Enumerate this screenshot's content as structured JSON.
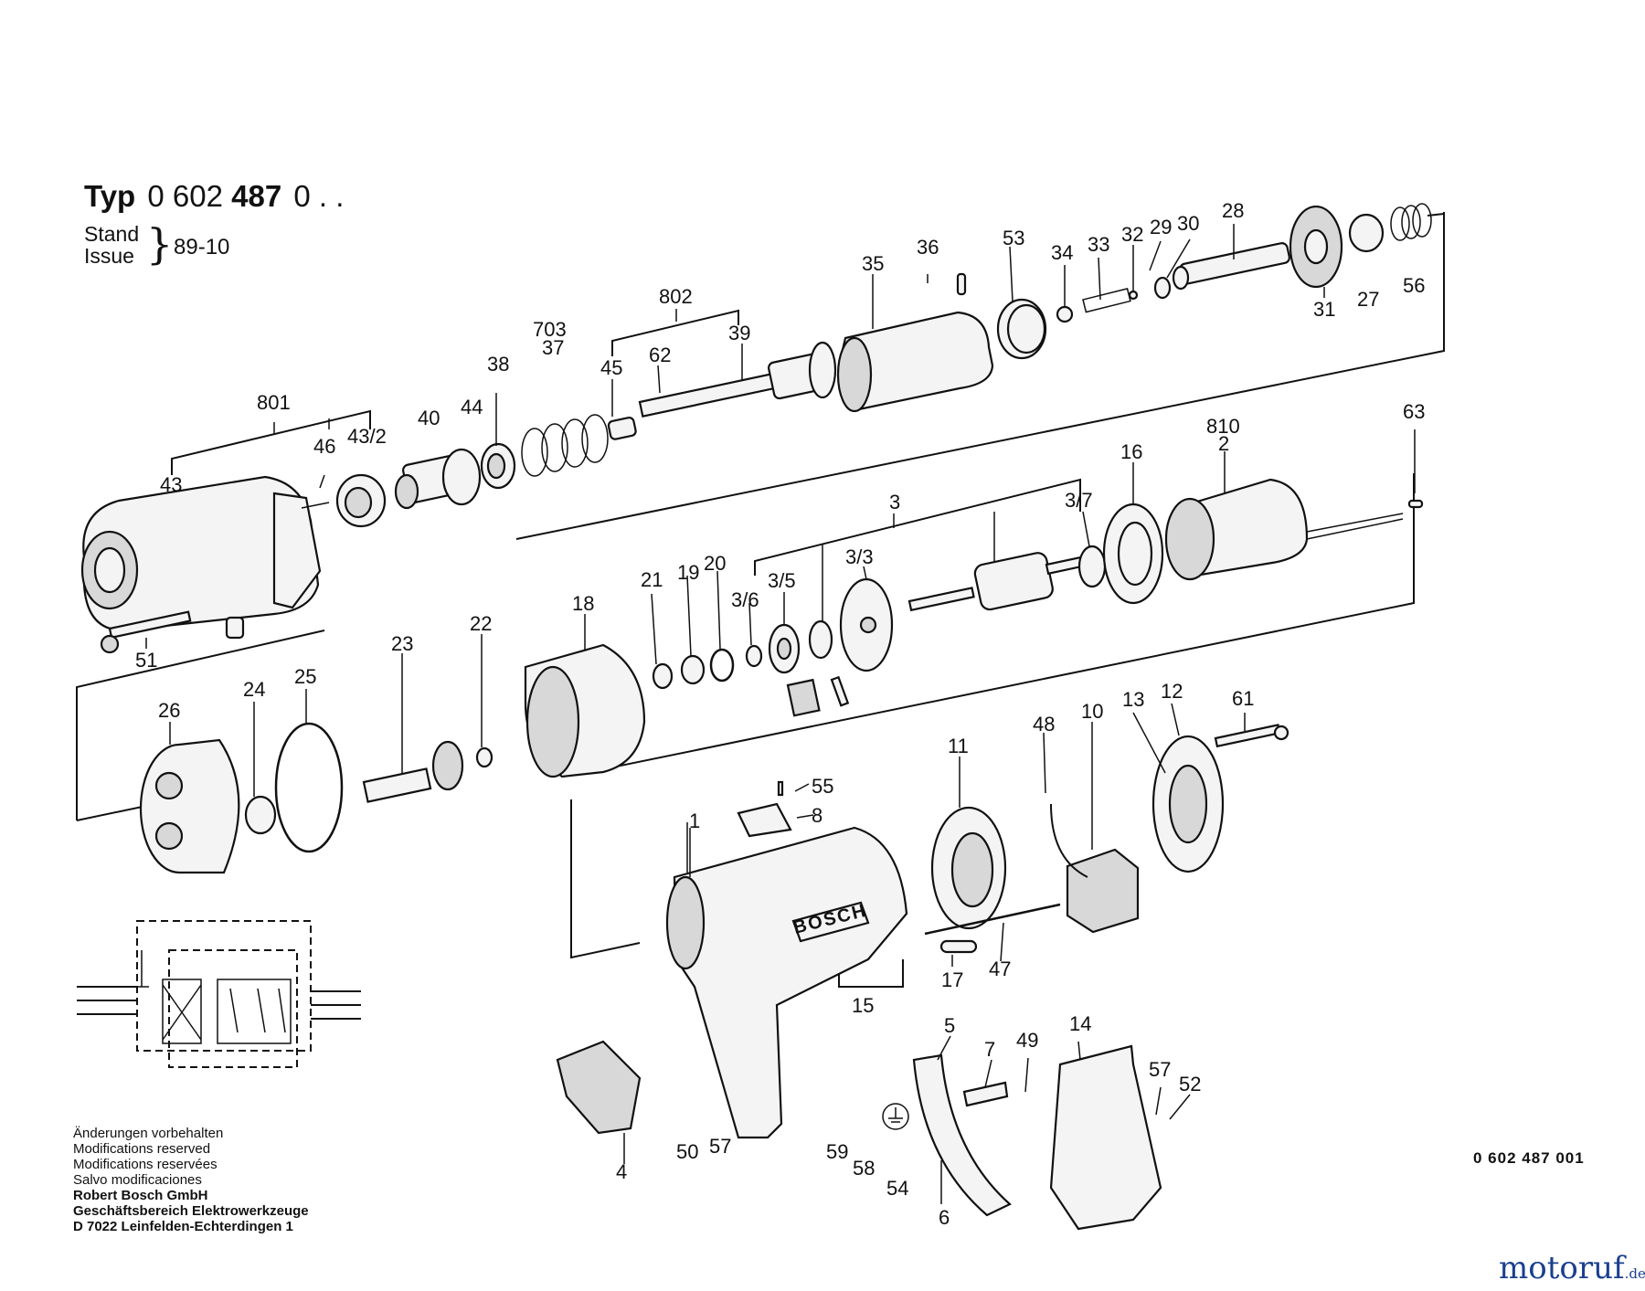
{
  "header": {
    "typ_label": "Typ",
    "typ_prefix": "0 602",
    "typ_number": "487",
    "typ_suffix": "0 . .",
    "stand_label": "Stand",
    "issue_label": "Issue",
    "issue_value": "89-10"
  },
  "parts": [
    "1",
    "2",
    "3",
    "3/3",
    "3/5",
    "3/6",
    "3/7",
    "4",
    "5",
    "6",
    "7",
    "8",
    "10",
    "11",
    "12",
    "13",
    "14",
    "15",
    "16",
    "17",
    "18",
    "19",
    "20",
    "21",
    "22",
    "23",
    "24",
    "25",
    "26",
    "27",
    "28",
    "29",
    "30",
    "31",
    "32",
    "33",
    "34",
    "35",
    "36",
    "37",
    "38",
    "39",
    "40",
    "43",
    "43/2",
    "44",
    "45",
    "46",
    "47",
    "48",
    "49",
    "50",
    "51",
    "52",
    "53",
    "54",
    "55",
    "56",
    "57",
    "57",
    "58",
    "59",
    "61",
    "62",
    "63",
    "703",
    "801",
    "802",
    "810"
  ],
  "brand_on_housing": "BOSCH",
  "footer": {
    "lines": [
      "Änderungen vorbehalten",
      "Modifications reserved",
      "Modifications reservées",
      "Salvo modificaciones"
    ],
    "company_lines": [
      "Robert Bosch GmbH",
      "Geschäftsbereich Elektrowerkzeuge",
      "D 7022 Leinfelden-Echterdingen 1"
    ]
  },
  "drawing_ref": "0 602 487 001",
  "watermark": {
    "name": "motoruf",
    "tld": ".de"
  }
}
